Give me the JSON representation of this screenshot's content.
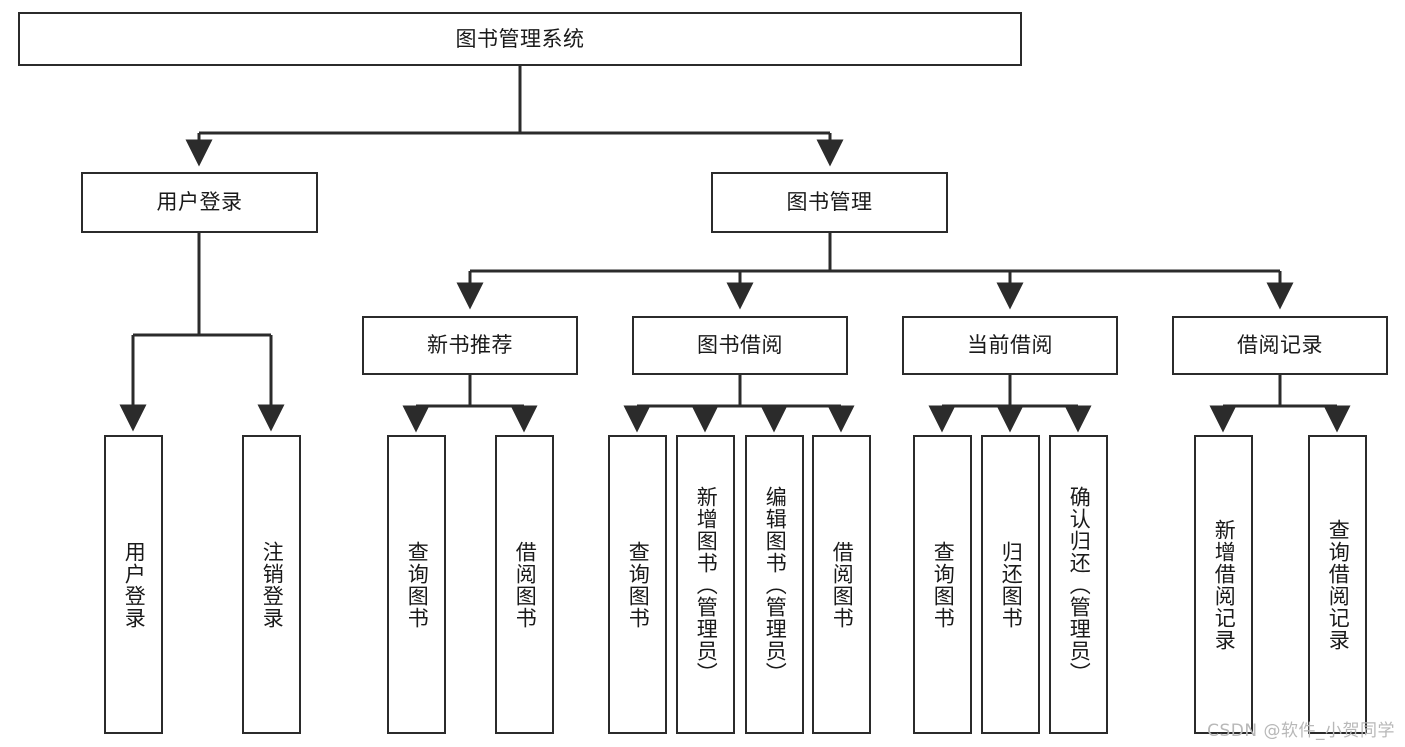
{
  "diagram": {
    "title": "图书管理系统",
    "watermark": "CSDN @软件_小贺同学",
    "root": {
      "id": "root",
      "label": "图书管理系统"
    },
    "level2": [
      {
        "id": "user-login",
        "label": "用户登录"
      },
      {
        "id": "book-manage",
        "label": "图书管理"
      }
    ],
    "level3": [
      {
        "id": "new-book-recommend",
        "label": "新书推荐",
        "parent": "book-manage"
      },
      {
        "id": "book-borrow",
        "label": "图书借阅",
        "parent": "book-manage"
      },
      {
        "id": "current-borrow",
        "label": "当前借阅",
        "parent": "book-manage"
      },
      {
        "id": "borrow-record",
        "label": "借阅记录",
        "parent": "book-manage"
      }
    ],
    "leaves": [
      {
        "id": "leaf-user-login",
        "label": "用户登录",
        "parent": "user-login"
      },
      {
        "id": "leaf-user-logout",
        "label": "注销登录",
        "parent": "user-login"
      },
      {
        "id": "leaf-query-book-1",
        "label": "查询图书",
        "parent": "new-book-recommend"
      },
      {
        "id": "leaf-borrow-book-1",
        "label": "借阅图书",
        "parent": "new-book-recommend"
      },
      {
        "id": "leaf-query-book-2",
        "label": "查询图书",
        "parent": "book-borrow"
      },
      {
        "id": "leaf-add-book",
        "label": "新增图书（管理员）",
        "parent": "book-borrow"
      },
      {
        "id": "leaf-edit-book",
        "label": "编辑图书（管理员）",
        "parent": "book-borrow"
      },
      {
        "id": "leaf-borrow-book-2",
        "label": "借阅图书",
        "parent": "book-borrow"
      },
      {
        "id": "leaf-query-book-3",
        "label": "查询图书",
        "parent": "current-borrow"
      },
      {
        "id": "leaf-return-book",
        "label": "归还图书",
        "parent": "current-borrow"
      },
      {
        "id": "leaf-confirm-return",
        "label": "确认归还（管理员）",
        "parent": "current-borrow"
      },
      {
        "id": "leaf-add-record",
        "label": "新增借阅记录",
        "parent": "borrow-record"
      },
      {
        "id": "leaf-query-record",
        "label": "查询借阅记录",
        "parent": "borrow-record"
      }
    ]
  }
}
